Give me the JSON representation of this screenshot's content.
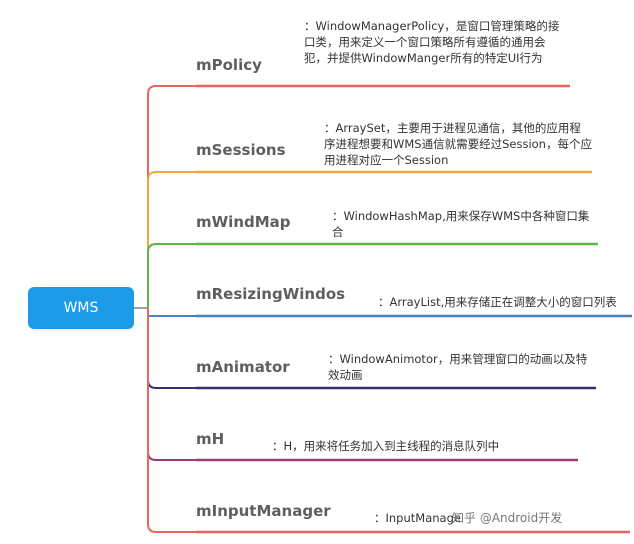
{
  "root": {
    "label": "WMS",
    "color": "#1d9be8"
  },
  "branches": [
    {
      "name": "mPolicy",
      "color": "#e5675f",
      "description": "：WindowManagerPolicy，是窗口管理策略的接口类，用来定义一个窗口策略所有遵循的通用会犯，并提供WindowManger所有的特定UI行为"
    },
    {
      "name": "mSessions",
      "color": "#f0a83c",
      "description": "：ArraySet，主要用于进程见通信，其他的应用程序进程想要和WMS通信就需要经过Session，每个应用进程对应一个Session"
    },
    {
      "name": "mWindMap",
      "color": "#5fb54a",
      "description": "：WindowHashMap,用来保存WMS中各种窗口集合"
    },
    {
      "name": "mResizingWindos",
      "color": "#4a7fc2",
      "description": "：ArrayList,用来存储正在调整大小的窗口列表"
    },
    {
      "name": "mAnimator",
      "color": "#3c2f6e",
      "description": "：WindowAnimotor，用来管理窗口的动画以及特效动画"
    },
    {
      "name": "mH",
      "color": "#9b3c74",
      "description": "：H，用来将任务加入到主线程的消息队列中"
    },
    {
      "name": "mInputManager",
      "color": "#e5675f",
      "description": "：InputManage"
    }
  ],
  "watermark": "知乎 @Android开发"
}
